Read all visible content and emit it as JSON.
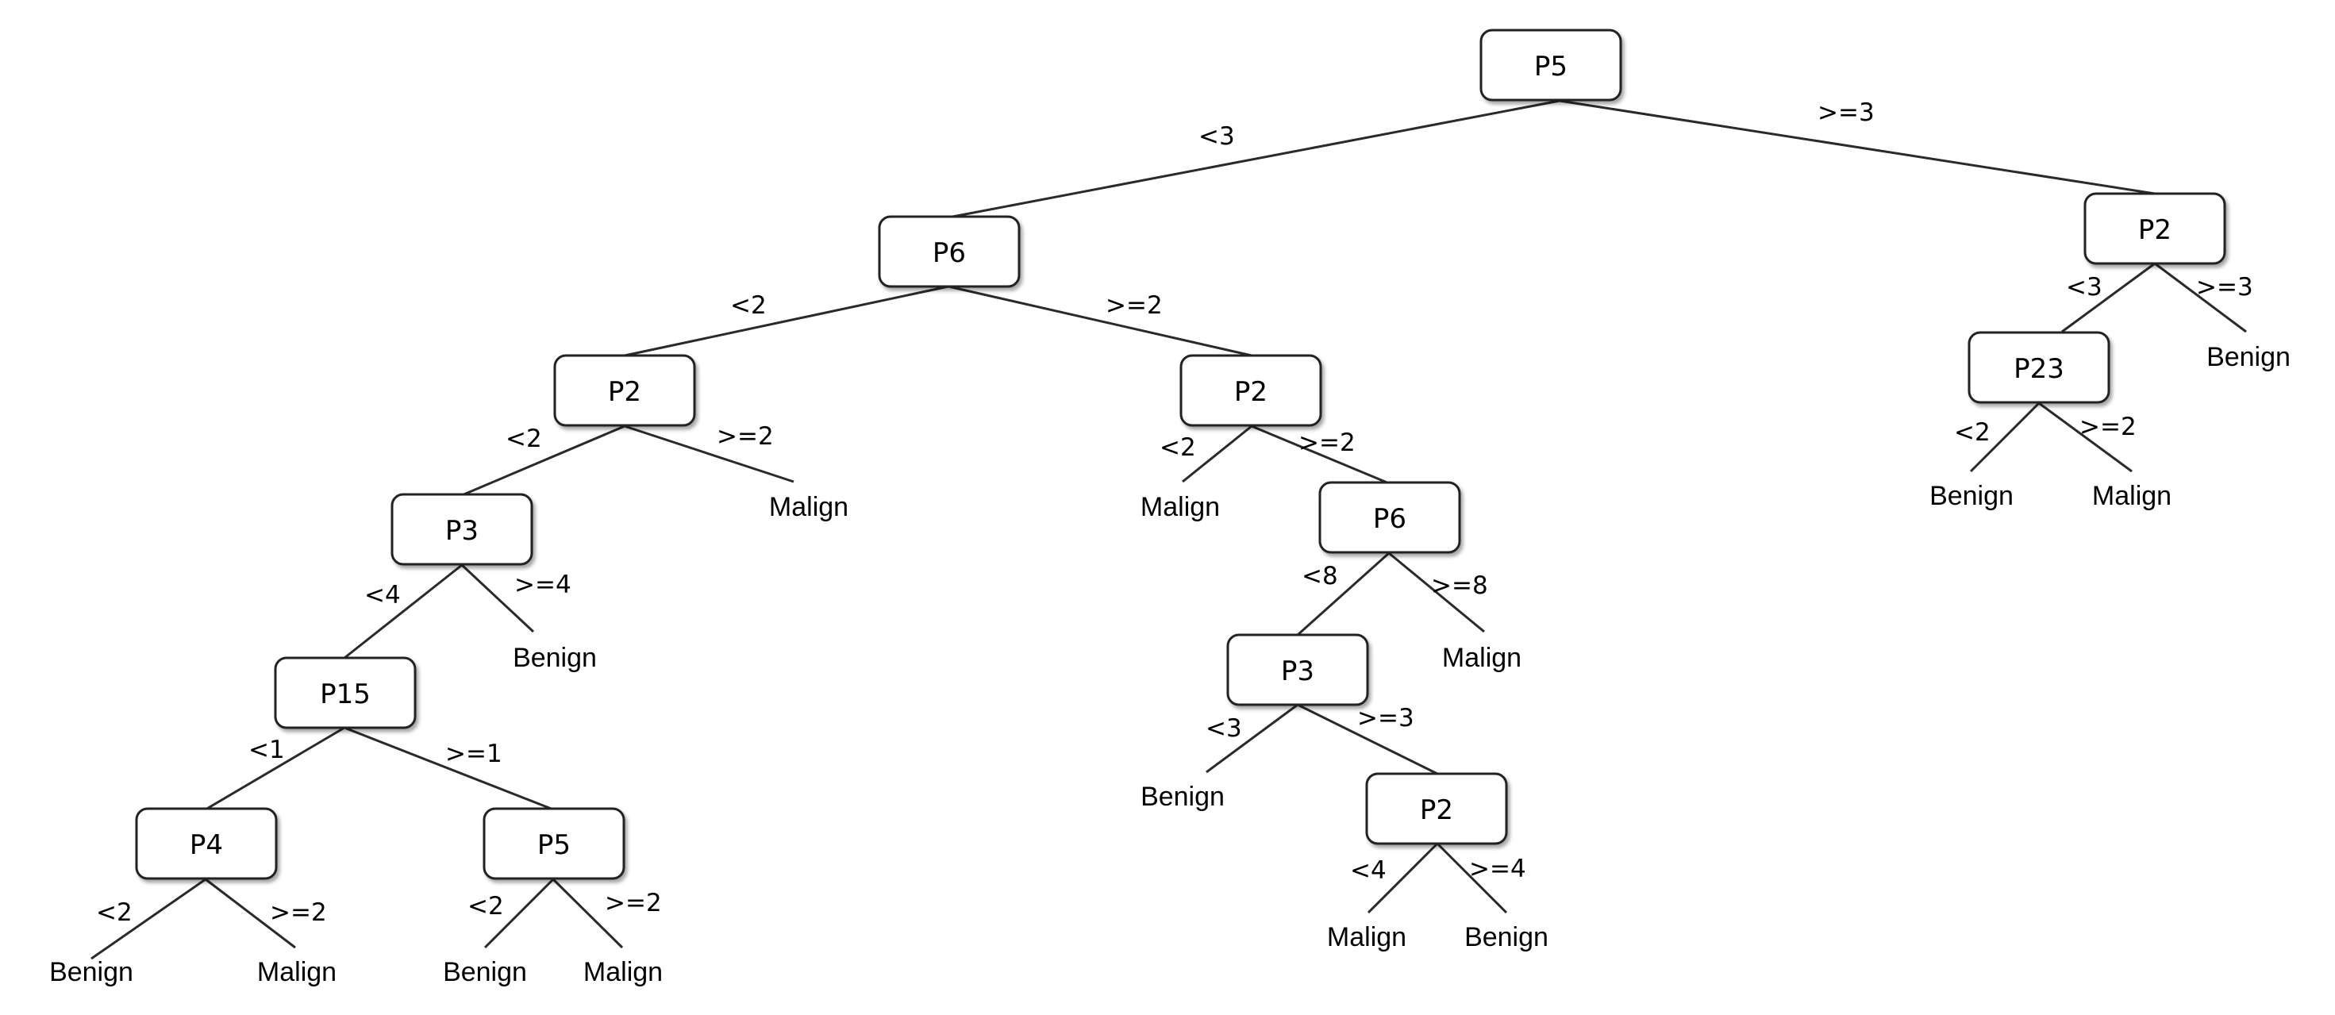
{
  "tree": {
    "nodes": [
      {
        "id": "n1",
        "label": "P5"
      },
      {
        "id": "n2",
        "label": "P6"
      },
      {
        "id": "n3",
        "label": "P2"
      },
      {
        "id": "n4",
        "label": "P2"
      },
      {
        "id": "n5",
        "label": "P3"
      },
      {
        "id": "n6",
        "label": "P15"
      },
      {
        "id": "n7",
        "label": "P4"
      },
      {
        "id": "n8",
        "label": "P5"
      },
      {
        "id": "n9",
        "label": "P6"
      },
      {
        "id": "n10",
        "label": "P3"
      },
      {
        "id": "n11",
        "label": "P2"
      },
      {
        "id": "n12",
        "label": "P2"
      },
      {
        "id": "n13",
        "label": "P23"
      }
    ],
    "leaves": [
      {
        "id": "l1",
        "label": "Malign"
      },
      {
        "id": "l2",
        "label": "Benign"
      },
      {
        "id": "l3",
        "label": "Benign"
      },
      {
        "id": "l4",
        "label": "Malign"
      },
      {
        "id": "l5",
        "label": "Benign"
      },
      {
        "id": "l6",
        "label": "Malign"
      },
      {
        "id": "l7",
        "label": "Malign"
      },
      {
        "id": "l8",
        "label": "Malign"
      },
      {
        "id": "l9",
        "label": "Benign"
      },
      {
        "id": "l10",
        "label": "Malign"
      },
      {
        "id": "l11",
        "label": "Benign"
      },
      {
        "id": "l12",
        "label": "Benign"
      },
      {
        "id": "l13",
        "label": "Benign"
      },
      {
        "id": "l14",
        "label": "Malign"
      }
    ],
    "edges": [
      {
        "from": "n1",
        "to": "n2",
        "label": "<3"
      },
      {
        "from": "n1",
        "to": "n12",
        "label": ">=3"
      },
      {
        "from": "n2",
        "to": "n3",
        "label": "<2"
      },
      {
        "from": "n2",
        "to": "n4",
        "label": ">=2"
      },
      {
        "from": "n3",
        "to": "n5",
        "label": "<2"
      },
      {
        "from": "n3",
        "to": "l1",
        "label": ">=2"
      },
      {
        "from": "n5",
        "to": "n6",
        "label": "<4"
      },
      {
        "from": "n5",
        "to": "l2",
        "label": ">=4"
      },
      {
        "from": "n6",
        "to": "n7",
        "label": "<1"
      },
      {
        "from": "n6",
        "to": "n8",
        "label": ">=1"
      },
      {
        "from": "n7",
        "to": "l3",
        "label": "<2"
      },
      {
        "from": "n7",
        "to": "l4",
        "label": ">=2"
      },
      {
        "from": "n8",
        "to": "l5",
        "label": "<2"
      },
      {
        "from": "n8",
        "to": "l6",
        "label": ">=2"
      },
      {
        "from": "n4",
        "to": "l7",
        "label": "<2"
      },
      {
        "from": "n4",
        "to": "n9",
        "label": ">=2"
      },
      {
        "from": "n9",
        "to": "n10",
        "label": "<8"
      },
      {
        "from": "n9",
        "to": "l8",
        "label": ">=8"
      },
      {
        "from": "n10",
        "to": "l9",
        "label": "<3"
      },
      {
        "from": "n10",
        "to": "n11",
        "label": ">=3"
      },
      {
        "from": "n11",
        "to": "l10",
        "label": "<4"
      },
      {
        "from": "n11",
        "to": "l11",
        "label": ">=4"
      },
      {
        "from": "n12",
        "to": "n13",
        "label": "<3"
      },
      {
        "from": "n12",
        "to": "l12",
        "label": ">=3"
      },
      {
        "from": "n13",
        "to": "l13",
        "label": "<2"
      },
      {
        "from": "n13",
        "to": "l14",
        "label": ">=2"
      }
    ]
  },
  "colors": {
    "line": "#2a2a2a",
    "box_border": "#222222",
    "box_fill": "#ffffff",
    "text": "#000000"
  }
}
